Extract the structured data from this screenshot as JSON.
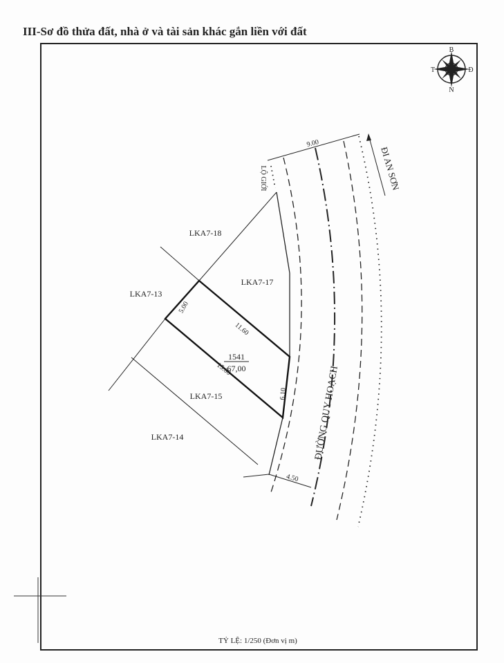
{
  "title": "III-Sơ đồ thửa đất, nhà ở và tài sản khác gắn liền với đất",
  "compass": {
    "north": "B",
    "south": "N",
    "east": "Đ",
    "west": "T"
  },
  "parcels": {
    "lka7_18": "LKA7-18",
    "lka7_13": "LKA7-13",
    "lka7_17": "LKA7-17",
    "lka7_15": "LKA7-15",
    "lka7_14": "LKA7-14"
  },
  "subject_parcel": {
    "number": "1541",
    "area": "67,00"
  },
  "dimensions": {
    "left": "5.00",
    "top": "11.60",
    "bottom": "15.00",
    "front": "6.10",
    "road_width": "9.00",
    "setback": "4.50"
  },
  "road": {
    "name": "ĐƯỜNG QUY HOẠCH",
    "direction": "ĐI AN SƠN",
    "boundary_label": "LỘ GIỚI"
  },
  "scale": "TỶ LỆ: 1/250 (Đơn vị m)"
}
